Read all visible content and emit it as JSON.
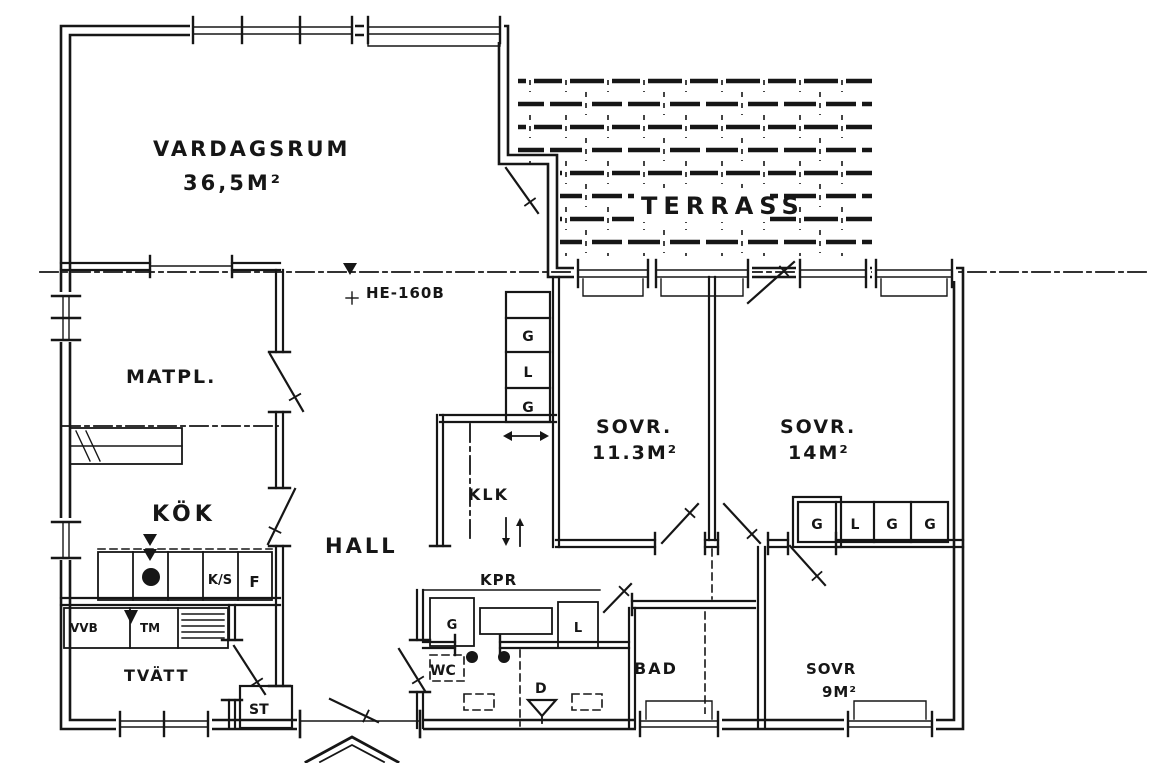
{
  "drawing": {
    "kind": "scanned hand-lettered house floor plan",
    "ink_color": "#161616",
    "paper_color": "#ffffff"
  },
  "rooms": {
    "vardagsrum": {
      "label": "VARDAGSRUM",
      "area": "36,5M²"
    },
    "terrass": {
      "label": "TERRASS"
    },
    "matpl": {
      "label": "MATPL."
    },
    "kok": {
      "label": "KÖK"
    },
    "hall": {
      "label": "HALL"
    },
    "klk": {
      "label": "KLK"
    },
    "kpr": {
      "label": "KPR"
    },
    "sovr1": {
      "label": "SOVR.",
      "area": "11.3M²"
    },
    "sovr2": {
      "label": "SOVR.",
      "area": "14M²"
    },
    "sovr3": {
      "label": "SOVR",
      "area": "9M²"
    },
    "bad": {
      "label": "BAD"
    },
    "wc": {
      "label": "WC"
    },
    "dusch": {
      "label": "D"
    },
    "tvatt": {
      "label": "TVÄTT"
    },
    "st": {
      "label": "ST"
    }
  },
  "annotations": {
    "beam": "HE-160B"
  },
  "cabinets": {
    "hall_column": [
      "G",
      "L",
      "G"
    ],
    "sovr2_row": [
      "G",
      "L",
      "G",
      "G"
    ],
    "kpr_left": "G",
    "kpr_right": "L",
    "kitchen": {
      "ks": "K/S",
      "f": "F"
    },
    "laundry": {
      "vvb": "VVB",
      "tm": "TM"
    }
  }
}
